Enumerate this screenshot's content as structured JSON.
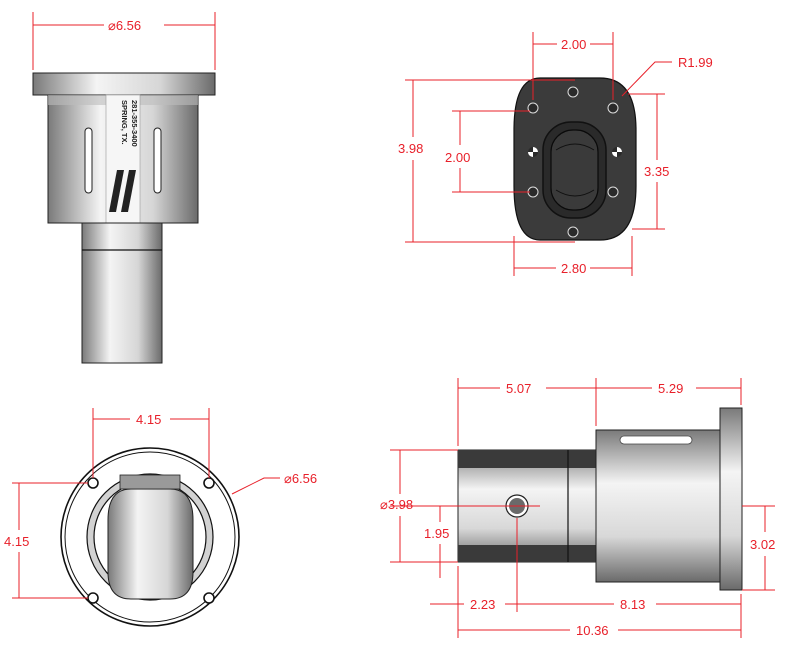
{
  "colors": {
    "dimension": "#e8202a",
    "outline": "#111111",
    "part_dark": "#3a3a3a",
    "part_light": "#e6e6e6"
  },
  "top_view": {
    "flange_diameter": "⌀6.56"
  },
  "body_engraving": {
    "line1": "SPRING, TX.",
    "line2": "281-355-3400"
  },
  "face_view": {
    "width": "2.00",
    "radius": "R1.99",
    "height": "3.98",
    "hole_spacing": "2.00",
    "inner_height": "3.35",
    "base_width": "2.80"
  },
  "end_view": {
    "bolt_spacing_h": "4.15",
    "bolt_spacing_v": "4.15",
    "flange_diameter": "⌀6.56"
  },
  "side_view": {
    "shaft_length": "5.07",
    "body_length": "5.29",
    "shaft_diameter": "⌀3.98",
    "hole_height": "1.95",
    "body_height": "3.02",
    "hole_offset": "2.23",
    "hole_to_end": "8.13",
    "overall_length": "10.36"
  }
}
